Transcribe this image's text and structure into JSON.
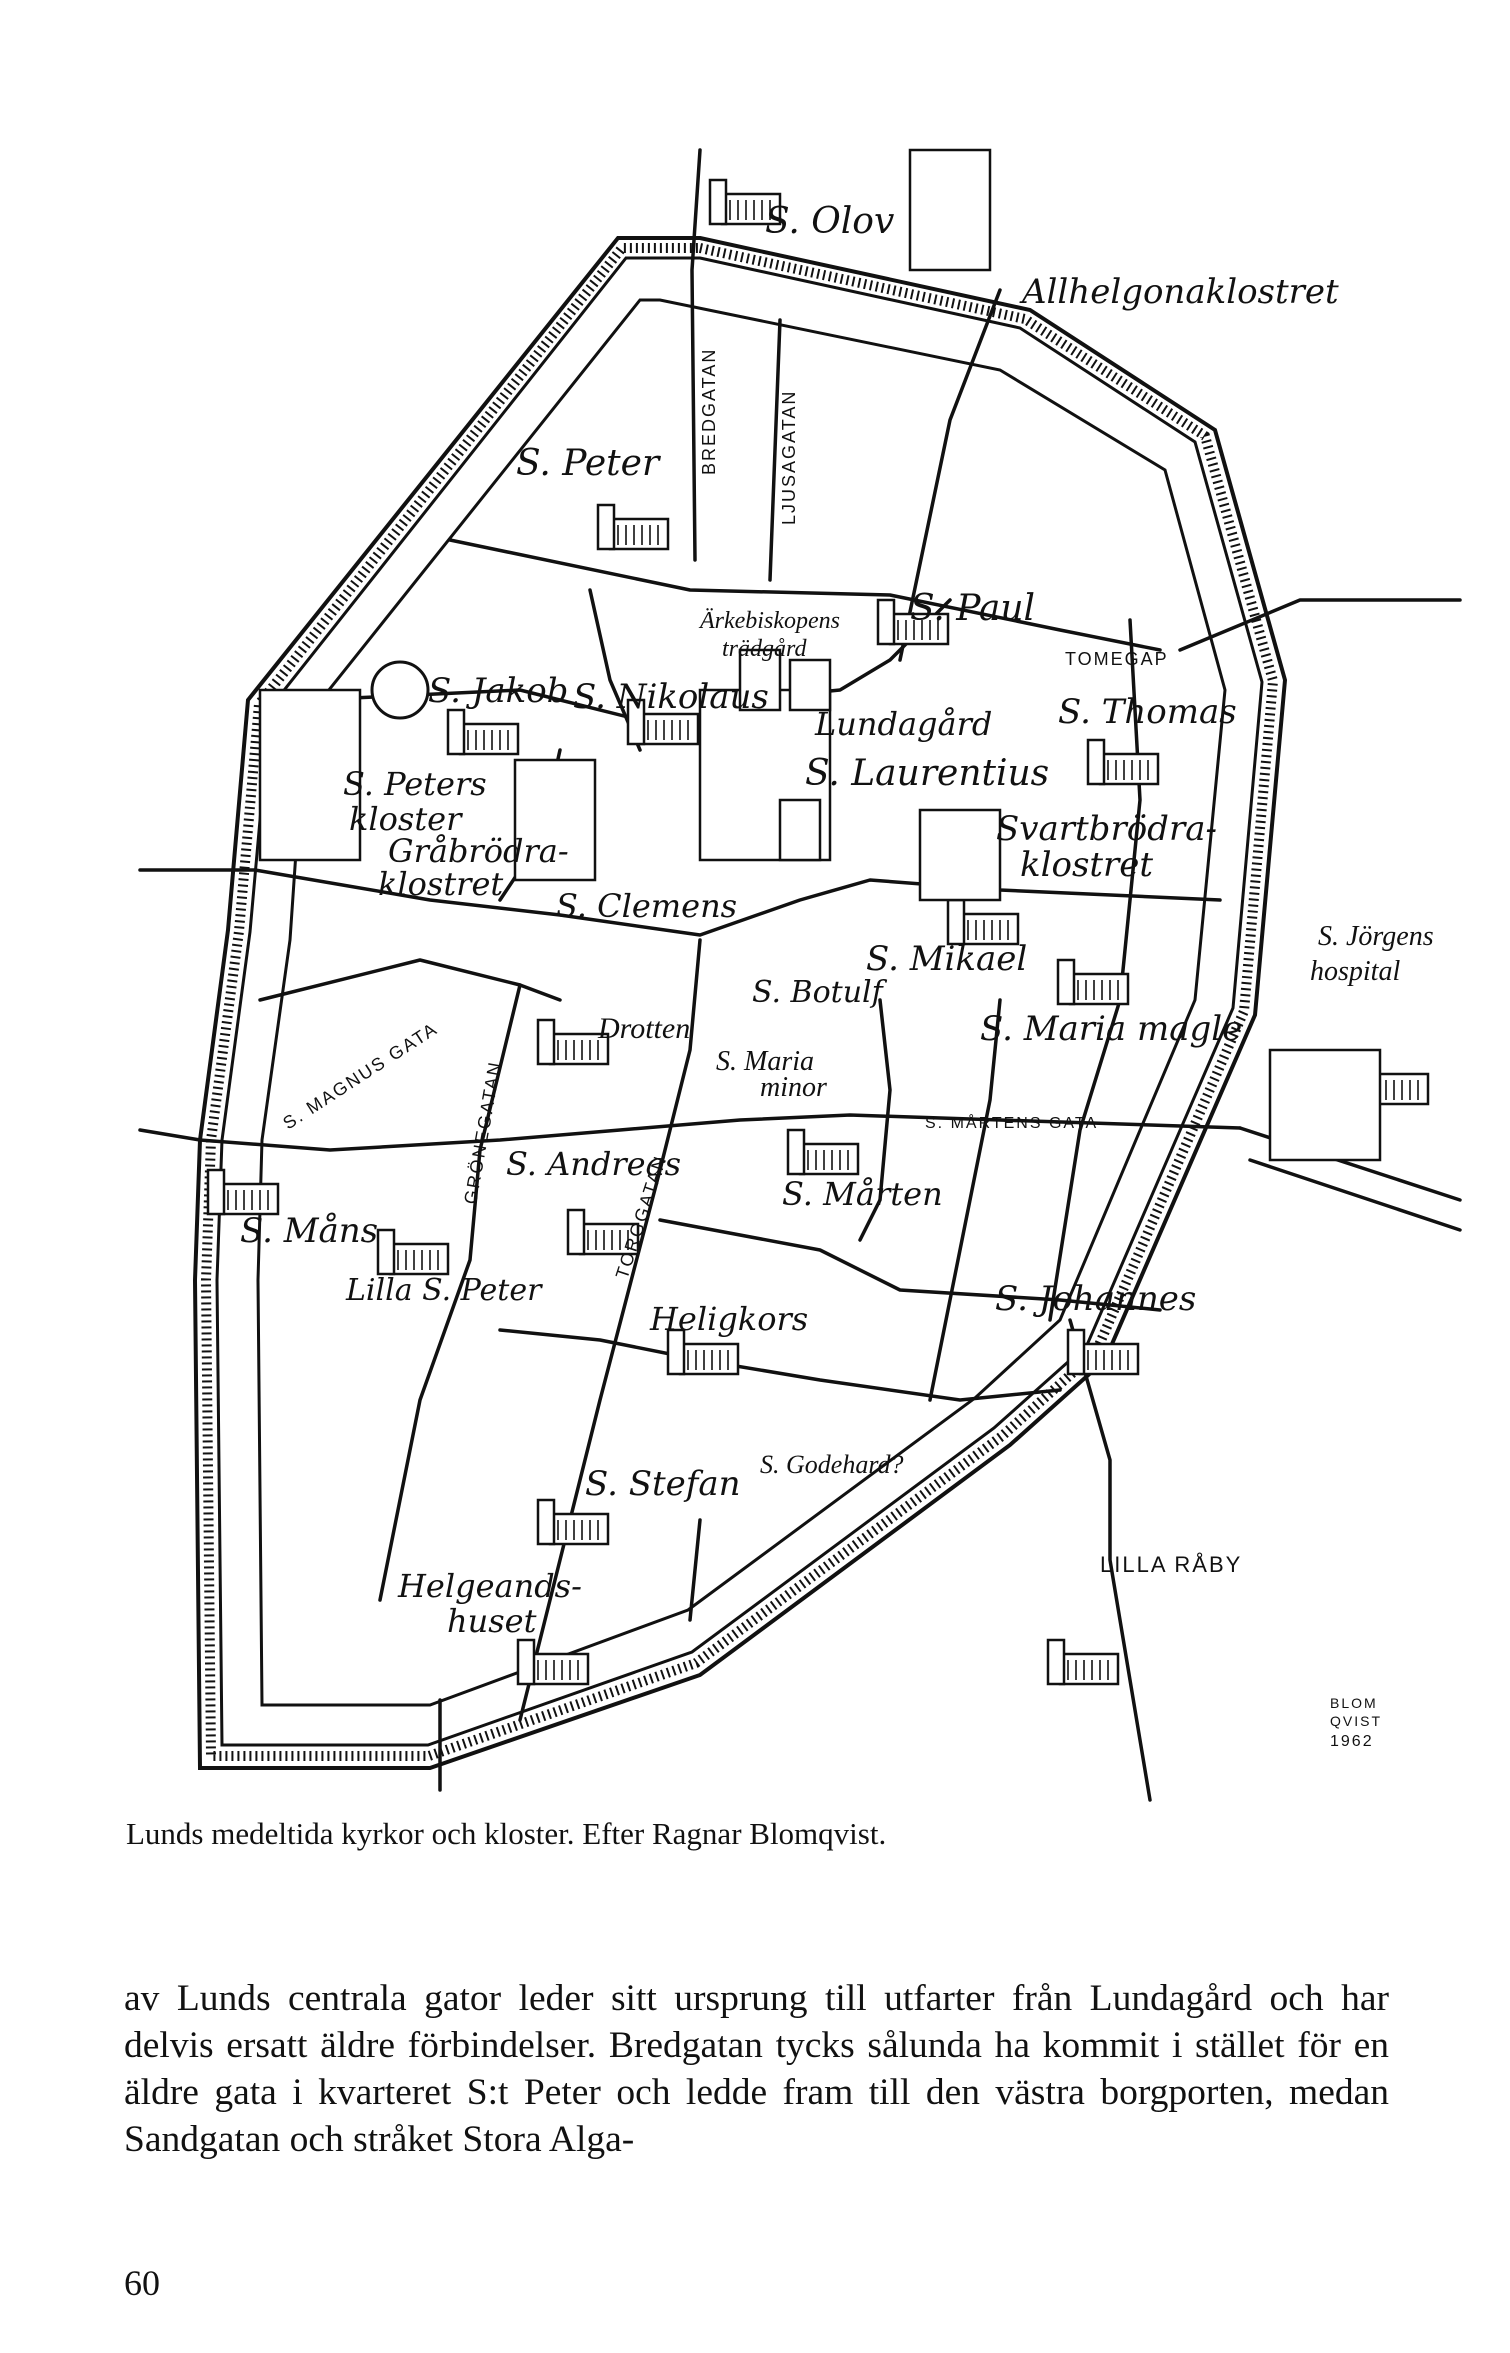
{
  "map": {
    "places": {
      "olov": "S. Olov",
      "allhelgona": "Allhelgonaklostret",
      "peter": "S. Peter",
      "bredgatan": "BREDGATAN",
      "ljusagatan": "LJUSAGATAN",
      "arkebiskopens": "Ärkebiskopens",
      "tradgard": "trädgård",
      "paul": "S. Paul",
      "tomegap": "TOMEGAP",
      "jakob": "S. Jakob",
      "nikolaus": "S. Nikolaus",
      "lundagard": "Lundagård",
      "thomas": "S. Thomas",
      "laurentius": "S. Laurentius",
      "peters": "S. Peters",
      "kloster": "kloster",
      "svartbrodra": "Svartbrödra-",
      "svartklostret": "klostret",
      "grabrodra": "Gråbrödra-",
      "grabklostret": "klostret",
      "clemens": "S. Clemens",
      "jorgens": "S. Jörgens",
      "hospital": "hospital",
      "mikael": "S. Mikael",
      "botulf": "S. Botulf",
      "drotten": "Drotten",
      "mariamagle": "S. Maria magle",
      "magnus_gata": "S. MAGNUS GATA",
      "grönegatan": "GRÖNEGATAN",
      "torggatan": "TORGGATAN",
      "mariaminor": "S. Maria",
      "minor": "minor",
      "martens_gata": "S. MÅRTENS GATA",
      "andreas": "S. Andreas",
      "marten": "S. Mårten",
      "mans": "S. Måns",
      "lillapeter": "Lilla S. Peter",
      "heligkors": "Heligkors",
      "johannes": "S. Johannes",
      "godehard": "S. Godehard?",
      "stefan": "S. Stefan",
      "lillarabby": "LILLA RÅBY",
      "helgeands": "Helgeands-",
      "huset": "huset"
    },
    "signature": [
      "BLOM",
      "QVIST",
      "1962"
    ]
  },
  "caption": "Lunds medeltida kyrkor och kloster. Efter Ragnar Blomqvist.",
  "body_text": "av Lunds centrala gator leder sitt ursprung till utfarter från Lundagård och har delvis ersatt äldre förbindelser. Bredgatan tycks sålunda ha kommit i stället för en äldre gata i kvarteret S:t Peter och ledde fram till den västra borgporten, medan Sandgatan och stråket Stora Alga-",
  "page_number": "60"
}
